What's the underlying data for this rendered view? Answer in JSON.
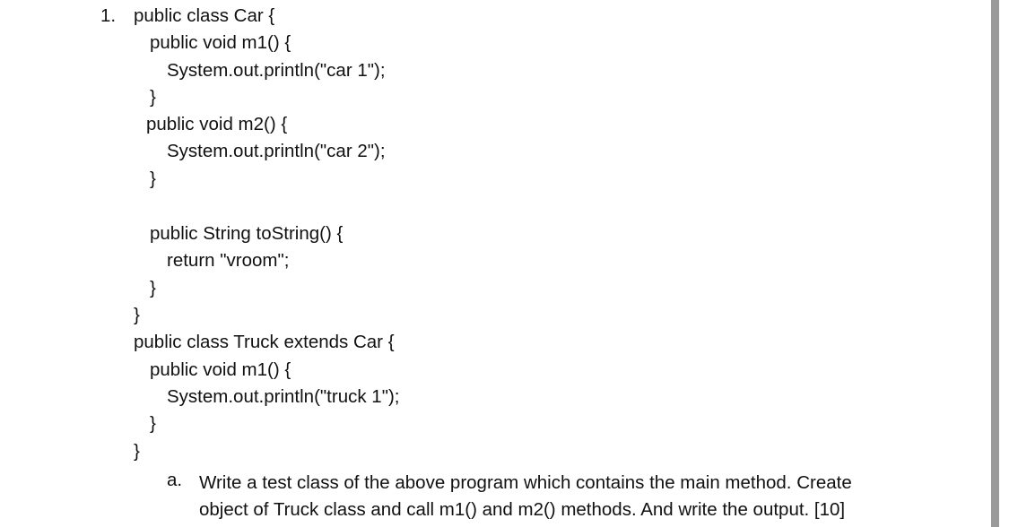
{
  "item_number": "1.",
  "code_lines": [
    "public class Car {",
    "public void m1() {",
    "System.out.println(\"car 1\");",
    "}",
    "public void m2() {",
    "System.out.println(\"car 2\");",
    "}",
    "public String toString() {",
    "return \"vroom\";",
    "}",
    "}",
    "public class Truck extends Car {",
    "public void m1() {",
    "System.out.println(\"truck 1\");",
    "}",
    "}"
  ],
  "question": {
    "label": "a.",
    "line1": "Write a test class of the above program which contains the main method. Create",
    "line2": "object of Truck class and call m1() and m2() methods. And write the output. [10]"
  }
}
